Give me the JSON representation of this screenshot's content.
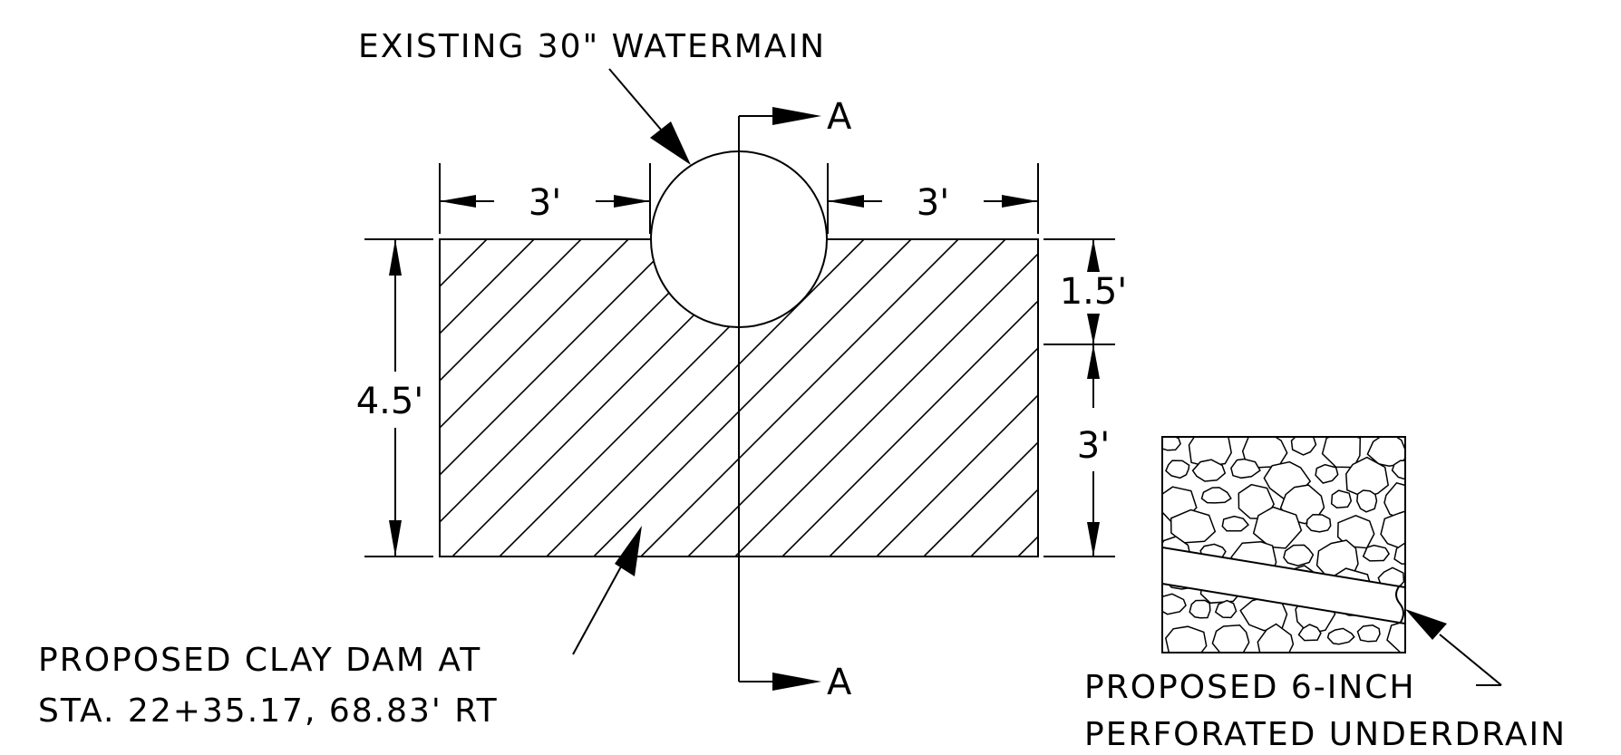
{
  "labels": {
    "watermain": "EXISTING 30\" WATERMAIN",
    "section_top": "A",
    "section_bottom": "A",
    "clay_dam_line1": "PROPOSED CLAY DAM AT",
    "clay_dam_line2": "STA. 22+35.17, 68.83' RT",
    "underdrain_line1": "PROPOSED 6-INCH",
    "underdrain_line2": "PERFORATED UNDERDRAIN"
  },
  "dimensions": {
    "left_width": "3'",
    "right_width": "3'",
    "total_height": "4.5'",
    "upper_right_height": "1.5'",
    "lower_right_height": "3'"
  }
}
